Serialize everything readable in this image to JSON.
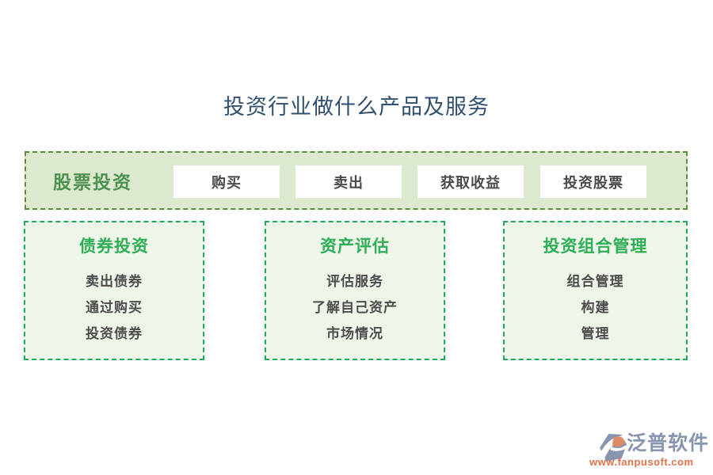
{
  "title": "投资行业做什么产品及服务",
  "top_bar": {
    "label": "股票投资",
    "buttons": [
      {
        "label": "购买"
      },
      {
        "label": "卖出"
      },
      {
        "label": "获取收益"
      },
      {
        "label": "投资股票"
      }
    ]
  },
  "boxes": [
    {
      "title": "债券投资",
      "items": [
        "卖出债券",
        "通过购买",
        "投资债券"
      ]
    },
    {
      "title": "资产评估",
      "items": [
        "评估服务",
        "了解自己资产",
        "市场情况"
      ]
    },
    {
      "title": "投资组合管理",
      "items": [
        "组合管理",
        "构建",
        "管理"
      ]
    }
  ],
  "footer": {
    "brand": "泛普软件",
    "url": "www.fanpusoft.com",
    "logo_icon": "fanpu-gem-icon"
  },
  "colors": {
    "title_text": "#31506f",
    "bar_background": "#dde9cf",
    "bar_border": "#5d8e3d",
    "bar_label_text": "#4c9150",
    "box_background": "#eef5e9",
    "box_border": "#1fa95c",
    "box_title_text": "#2eae56",
    "item_text": "#4c4c4c",
    "button_background": "#ffffff",
    "button_text": "#4a4a4a",
    "brand_text": "#8795ae",
    "url_text": "#e0734b"
  }
}
